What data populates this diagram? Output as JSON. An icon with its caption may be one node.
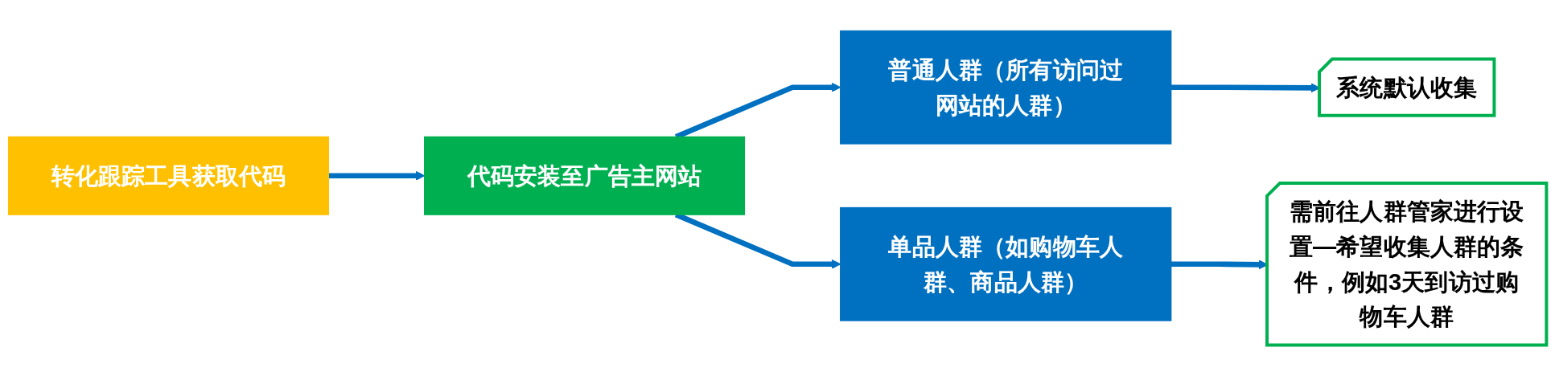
{
  "diagram": {
    "nodes": [
      {
        "text": [
          "转化跟踪工具获取代码"
        ]
      },
      {
        "text": [
          "代码安装至广告主网站"
        ]
      },
      {
        "text": [
          "普通人群（所有访问过网站的人群）"
        ]
      },
      {
        "text": [
          "系统默认收集"
        ]
      },
      {
        "text": [
          "单品人群（如购物车人群、商品人群）"
        ]
      },
      {
        "text": [
          "需前往人群管家进行设置—希望收集人群的条件，例如3天到访过购物车人群"
        ]
      }
    ],
    "edges": [
      {
        "from": 0,
        "to": 1,
        "arrow": "to"
      },
      {
        "from": 1,
        "to": 2,
        "arrow": "to"
      },
      {
        "from": 1,
        "to": 4,
        "arrow": "to"
      },
      {
        "from": 2,
        "to": 3,
        "arrow": "to"
      },
      {
        "from": 4,
        "to": 5,
        "arrow": "to"
      }
    ]
  }
}
